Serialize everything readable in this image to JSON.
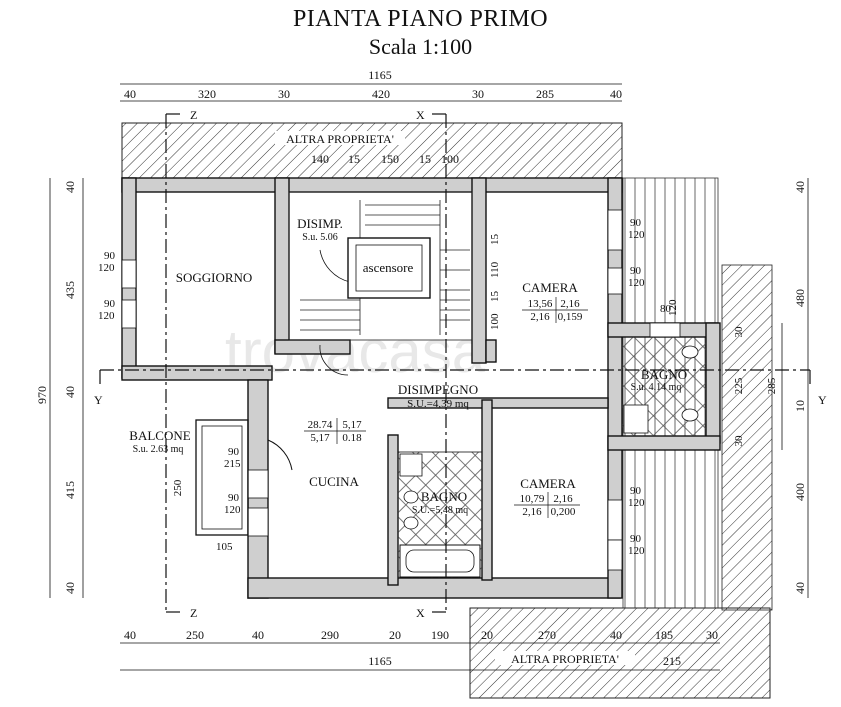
{
  "title": "PIANTA PIANO PRIMO",
  "subtitle": "Scala 1:100",
  "watermark": "trovacasa",
  "top_dims": {
    "total": "1165",
    "segments": [
      "40",
      "320",
      "30",
      "420",
      "30",
      "285",
      "40"
    ]
  },
  "inner_top_dims": [
    "140",
    "15",
    "150",
    "15",
    "100"
  ],
  "bottom_dims": {
    "total": "1165",
    "segments": [
      "40",
      "250",
      "40",
      "290",
      "20",
      "190",
      "20",
      "270",
      "40",
      "185",
      "30"
    ],
    "extra": "215"
  },
  "left_dims": {
    "total": "970",
    "segments": [
      "40",
      "435",
      "40",
      "415",
      "40"
    ]
  },
  "right_dims": {
    "segments": [
      "40",
      "480",
      "10",
      "400",
      "40"
    ],
    "inner": [
      "30",
      "225",
      "285",
      "30"
    ]
  },
  "section_marks": {
    "z": "Z",
    "x": "X",
    "y": "Y"
  },
  "labels": {
    "altra_top": "ALTRA PROPRIETA'",
    "altra_bottom": "ALTRA PROPRIETA'",
    "soggiorno": "SOGGIORNO",
    "disimp": "DISIMP.",
    "disimp_su": "S.u. 5.06",
    "ascensore": "ascensore",
    "camera1": "CAMERA",
    "camera1_a": "13,56",
    "camera1_b": "2,16",
    "camera1_c": "2,16",
    "camera1_d": "0,159",
    "bagno1": "BAGNO",
    "bagno1_su": "S.u. 4.14 mq",
    "disimpegno": "DISIMPEGNO",
    "disimpegno_su": "S.U.=4,39 mq",
    "balcone": "BALCONE",
    "balcone_su": "S.u. 2.63 mq",
    "cucina": "CUCINA",
    "cucina_a": "28.74",
    "cucina_b": "5,17",
    "cucina_c": "5,17",
    "cucina_d": "0.18",
    "bagno2": "BAGNO",
    "bagno2_su": "S.U.=5,48 mq",
    "camera2": "CAMERA",
    "camera2_a": "10,79",
    "camera2_b": "2,16",
    "camera2_c": "2,16",
    "camera2_d": "0,200"
  },
  "window_dims": {
    "w90": "90",
    "w120": "120",
    "w215": "215",
    "w80": "80",
    "d105": "105",
    "d250": "250",
    "s15": "15",
    "s110": "110",
    "s100": "100"
  }
}
